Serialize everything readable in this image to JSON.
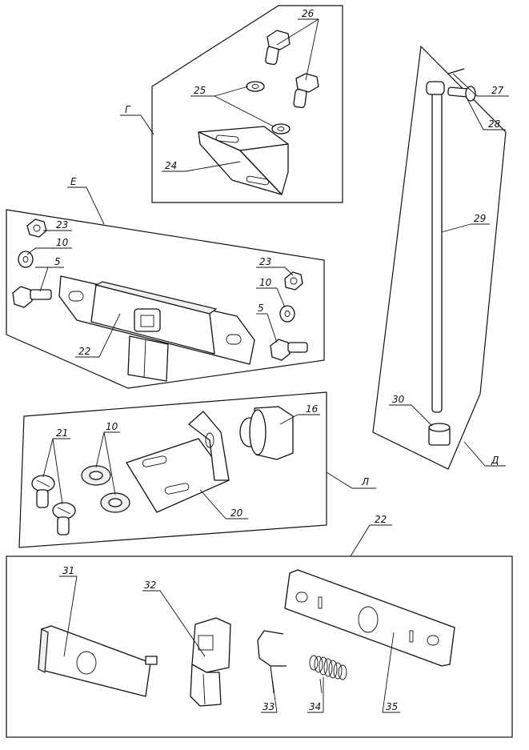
{
  "groups": {
    "G": "Г",
    "E": "Е",
    "L": "Л",
    "D": "Д",
    "N22": "22"
  },
  "callouts": {
    "p26": "26",
    "p25": "25",
    "p24": "24",
    "p23a": "23",
    "p10a": "10",
    "p5a": "5",
    "p23b": "23",
    "p10b": "10",
    "p5b": "5",
    "p22": "22",
    "p27": "27",
    "p28": "28",
    "p29": "29",
    "p30": "30",
    "p21": "21",
    "p10c": "10",
    "p16": "16",
    "p20": "20",
    "p31": "31",
    "p32": "32",
    "p33": "33",
    "p34": "34",
    "p35": "35"
  }
}
